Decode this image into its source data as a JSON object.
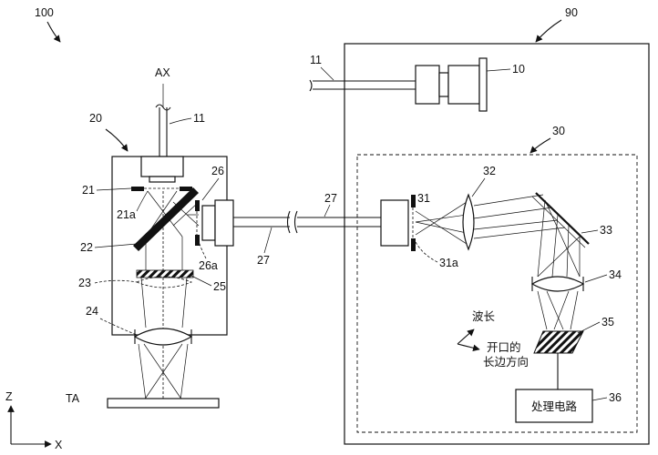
{
  "figure": {
    "figure_label": "100",
    "axis_label": "AX",
    "target_label": "TA",
    "coord_z": "Z",
    "coord_x": "X"
  },
  "labels": {
    "l90": "90",
    "l10": "10",
    "l11a": "11",
    "l11b": "11",
    "l20": "20",
    "l21": "21",
    "l21a": "21a",
    "l22": "22",
    "l23": "23",
    "l24": "24",
    "l25": "25",
    "l26": "26",
    "l26a": "26a",
    "l27a": "27",
    "l27b": "27",
    "l30": "30",
    "l31": "31",
    "l31a": "31a",
    "l32": "32",
    "l33": "33",
    "l34": "34",
    "l35": "35",
    "l36": "36"
  },
  "annotations": {
    "wavelength": "波长",
    "slit_line1": "开口的",
    "slit_line2": "长边方向",
    "processing_circuit": "处理电路"
  }
}
